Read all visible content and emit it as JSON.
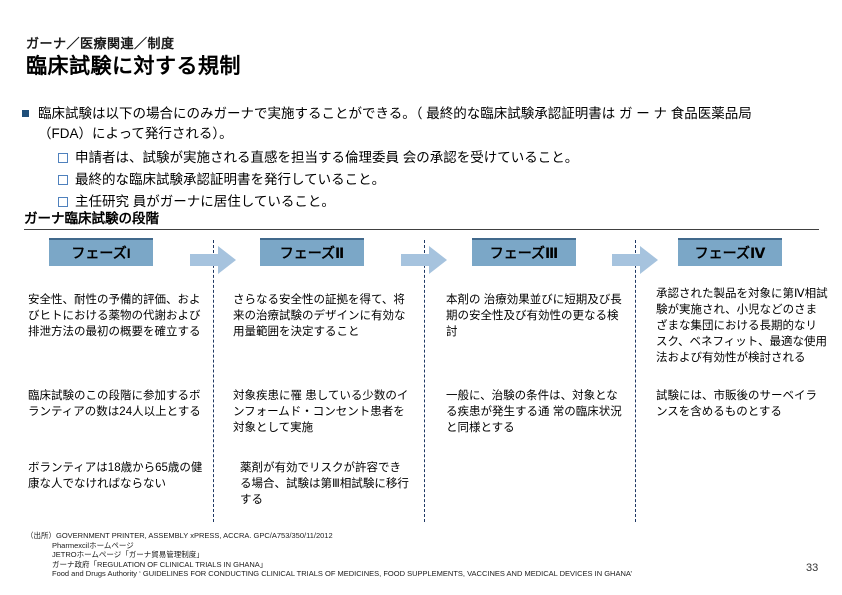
{
  "header": {
    "breadcrumb": "ガーナ／医療関連／制度",
    "title": "臨床試験に対する規制"
  },
  "bullets": {
    "main_line1": "臨床試験は以下の場合にのみガーナで実施することができる。（ 最終的な臨床試験承認証明書は ガ ー ナ 食品医薬品局",
    "main_line2": "（FDA）によって発行される）。",
    "sub_items": [
      "申請者は、試験が実施される直感を担当する倫理委員 会の承認を受けていること。",
      "最終的な臨床試験承認証明書を発行していること。",
      "主任研究 員がガーナに居住していること。"
    ]
  },
  "section": {
    "heading": "ガーナ臨床試験の段階"
  },
  "diagram": {
    "columns": [
      {
        "phase_label": "フェーズI",
        "cells": [
          "安全性、耐性の予備的評価、およびヒトにおける薬物の代謝および排泄方法の最初の概要を確立する",
          "臨床試験のこの段階に参加するボランティアの数は24人以上とする",
          "ボランティアは18歳から65歳の健康な人でなければならない"
        ]
      },
      {
        "phase_label": "フェーズⅡ",
        "cells": [
          "さらなる安全性の証拠を得て、将来の治療試験のデザインに有効な用量範囲を決定すること",
          "対象疾患に罹 患している少数のインフォームド・コンセント患者を対象として実施",
          "薬剤が有効でリスクが許容できる場合、試験は第Ⅲ相試験に移行する"
        ]
      },
      {
        "phase_label": "フェーズⅢ",
        "cells": [
          "本剤の 治療効果並びに短期及び長期の安全性及び有効性の更なる検討",
          "一般に、治験の条件は、対象となる疾患が発生する通 常の臨床状況と同様とする"
        ]
      },
      {
        "phase_label": "フェーズⅣ",
        "cells": [
          "承認された製品を対象に第Ⅳ相試験が実施され、小児などのさまざまな集団における長期的なリスク、ベネフィット、最適な使用法および有効性が検討される",
          "試験には、市販後のサーベイランスを含めるものとする"
        ]
      }
    ]
  },
  "source": {
    "lines": [
      "（出所）GOVERNMENT PRINTER, ASSEMBLY xPRESS, ACCRA. GPC/A753/350/11/2012",
      "Pharmexcilホームページ",
      "JETROホームページ「ガーナ貿易管理制度」",
      "ガーナ政府「REGULATION OF CLINICAL TRIALS IN GHANA」",
      "Food and Drugs Authority ‘ GUIDELINES FOR CONDUCTING CLINICAL TRIALS OF MEDICINES, FOOD SUPPLEMENTS, VACCINES AND MEDICAL DEVICES IN GHANA’"
    ]
  },
  "footer": {
    "page_number": "33"
  },
  "colors": {
    "phase_box": "#7ba7c7",
    "phase_box_top": "#41698c",
    "arrow": "#a6c3de",
    "divider": "#1f3864",
    "bullet_square": "#1f4e79",
    "checkbox_border": "#4f81bd"
  }
}
